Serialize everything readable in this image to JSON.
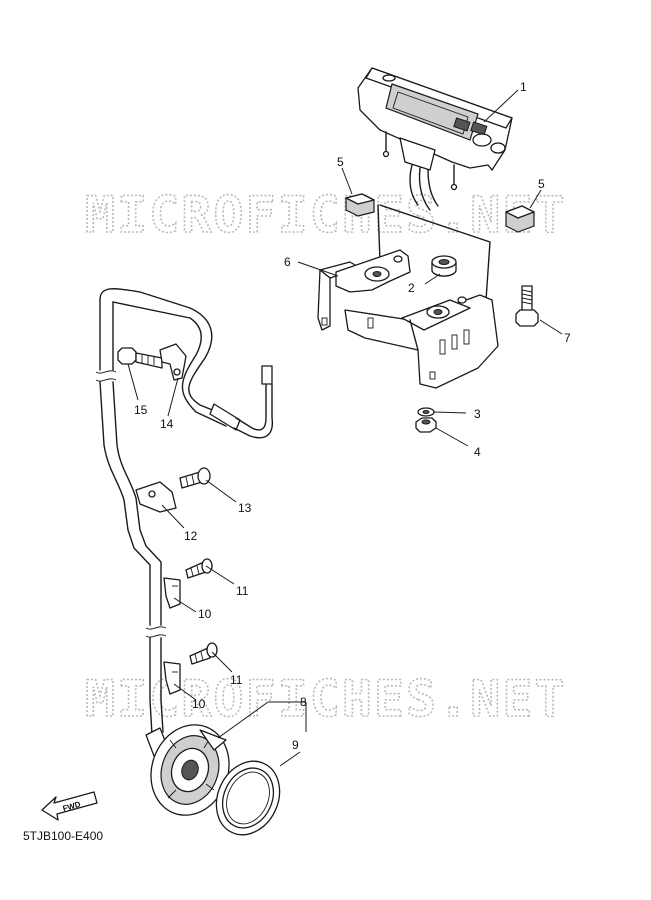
{
  "watermark": "MICROFICHES.NET",
  "diagram_code": "5TJB100-E400",
  "fwd_label": "FWD",
  "callouts": {
    "c1": "1",
    "c2": "2",
    "c3": "3",
    "c4": "4",
    "c5a": "5",
    "c5b": "5",
    "c6": "6",
    "c7": "7",
    "c8": "8",
    "c9": "9",
    "c10a": "10",
    "c10b": "10",
    "c11a": "11",
    "c11b": "11",
    "c12": "12",
    "c13": "13",
    "c14": "14",
    "c15": "15"
  }
}
